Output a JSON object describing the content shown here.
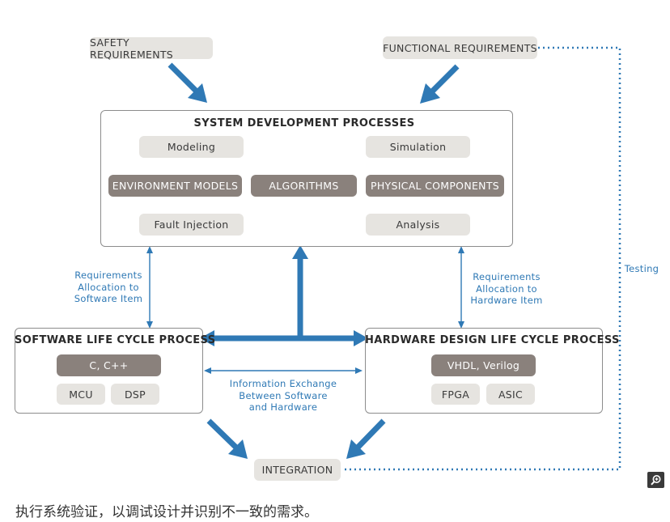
{
  "inputs": {
    "safety": "SAFETY REQUIREMENTS",
    "functional": "FUNCTIONAL REQUIREMENTS"
  },
  "system": {
    "title": "SYSTEM DEVELOPMENT PROCESSES",
    "modeling": "Modeling",
    "simulation": "Simulation",
    "environment_models": "ENVIRONMENT MODELS",
    "algorithms": "ALGORITHMS",
    "physical_components": "PHYSICAL COMPONENTS",
    "fault_injection": "Fault Injection",
    "analysis": "Analysis"
  },
  "software": {
    "title": "SOFTWARE LIFE CYCLE PROCESS",
    "lang": "C, C++",
    "mcu": "MCU",
    "dsp": "DSP"
  },
  "hardware": {
    "title": "HARDWARE DESIGN LIFE CYCLE PROCESS",
    "lang": "VHDL, Verilog",
    "fpga": "FPGA",
    "asic": "ASIC"
  },
  "notes": {
    "req_sw": [
      "Requirements",
      "Allocation to",
      "Software Item"
    ],
    "req_hw": [
      "Requirements",
      "Allocation to",
      "Hardware Item"
    ],
    "info_exchange": [
      "Information Exchange",
      "Between Software",
      "and Hardware"
    ],
    "testing": "Testing"
  },
  "integration": "INTEGRATION",
  "caption": "执行系统验证，以调试设计并识别不一致的需求。",
  "zoom_icon": "zoom-in-icon",
  "colors": {
    "arrow_blue": "#2f79b5",
    "pill_dark": "#8a817c",
    "pill_light": "#e6e4e0"
  }
}
